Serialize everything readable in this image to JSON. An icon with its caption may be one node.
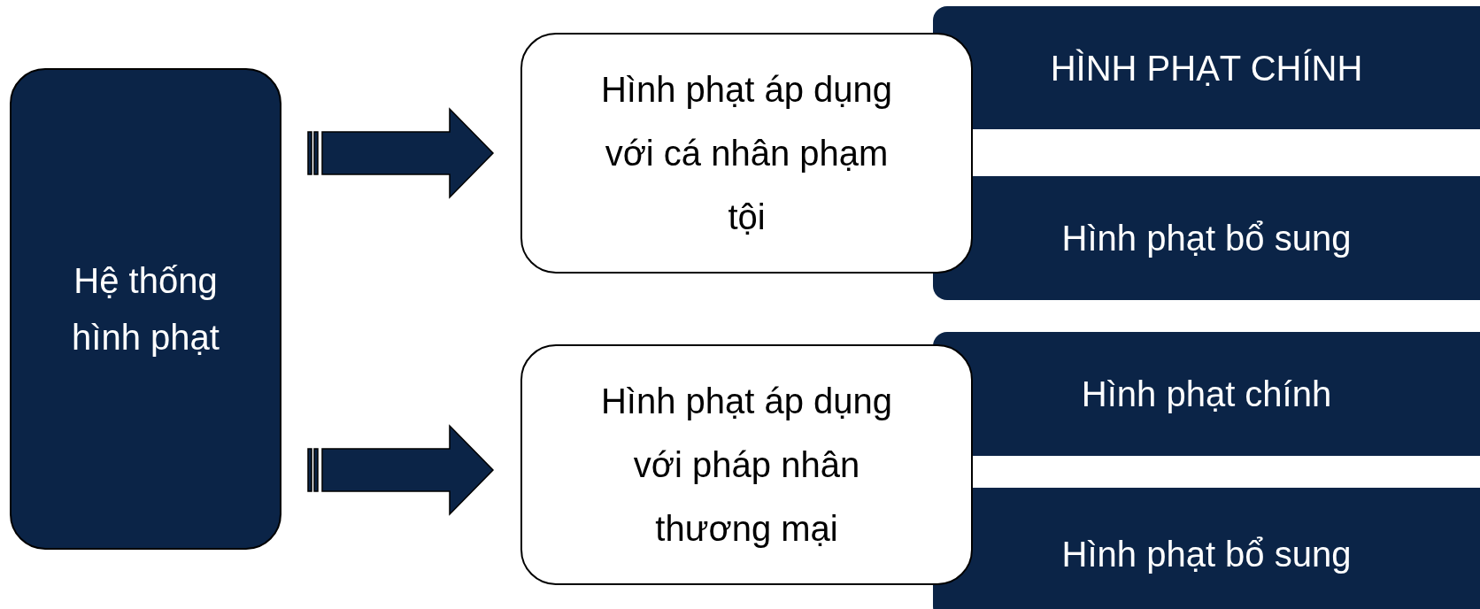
{
  "diagram": {
    "nodes": [
      {
        "text": [
          "Hệ thống hình phạt"
        ]
      },
      {
        "text": [
          "Hình phạt áp dụng với cá nhân phạm tội"
        ]
      },
      {
        "text": [
          "HÌNH PHẠT CHÍNH"
        ]
      },
      {
        "text": [
          "Hình phạt bổ sung"
        ]
      },
      {
        "text": [
          "Hình phạt áp dụng với pháp nhân thương mại"
        ]
      },
      {
        "text": [
          "Hình phạt chính"
        ]
      },
      {
        "text": [
          "Hình phạt bổ sung"
        ]
      }
    ],
    "edges": [
      {
        "from": 0,
        "to": 1,
        "arrow": "to"
      },
      {
        "from": 0,
        "to": 4,
        "arrow": "to"
      }
    ]
  }
}
